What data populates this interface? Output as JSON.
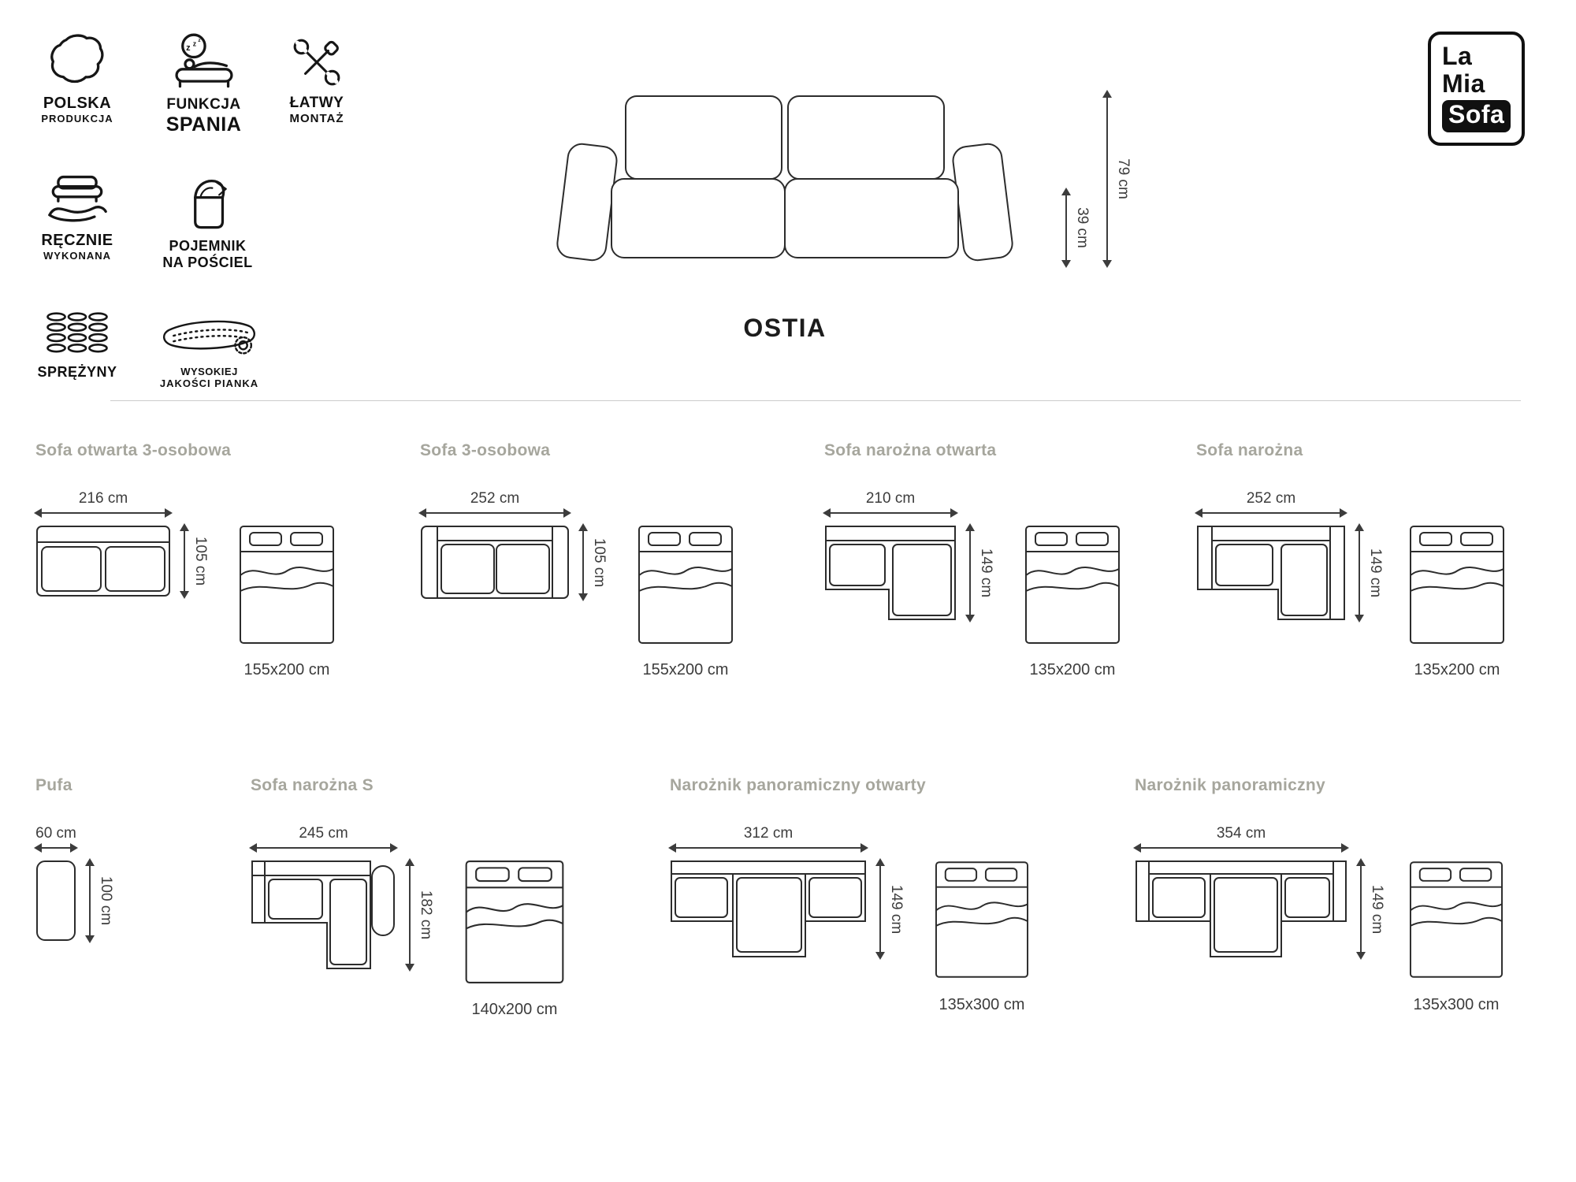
{
  "logo": {
    "line1": "La",
    "line2": "Mia",
    "line3": "Sofa"
  },
  "hero": {
    "name": "OSTIA",
    "total_height": "79 cm",
    "seat_height": "39 cm"
  },
  "features": [
    {
      "icon": "poland-map-icon",
      "label1": "POLSKA",
      "label2": "PRODUKCJA"
    },
    {
      "icon": "sleep-function-icon",
      "label1": "FUNKCJA",
      "label2": "SPANIA"
    },
    {
      "icon": "easy-assembly-tools-icon",
      "label1": "ŁATWY",
      "label2": "MONTAŻ"
    },
    {
      "icon": "handmade-icon",
      "label1": "RĘCZNIE",
      "label2": "WYKONANA"
    },
    {
      "icon": "bedding-storage-icon",
      "label1": "POJEMNIK",
      "label2": "NA POŚCIEL"
    },
    {
      "icon": "springs-icon",
      "label1": "SPRĘŻYNY",
      "label2": ""
    },
    {
      "icon": "quality-foam-icon",
      "label1": "WYSOKIEJ",
      "label2": "JAKOŚCI PIANKA"
    }
  ],
  "variants": [
    {
      "title": "Sofa otwarta 3-osobowa",
      "width": "216 cm",
      "depth": "105 cm",
      "bed": "155x200 cm"
    },
    {
      "title": "Sofa 3-osobowa",
      "width": "252 cm",
      "depth": "105 cm",
      "bed": "155x200 cm"
    },
    {
      "title": "Sofa narożna otwarta",
      "width": "210 cm",
      "depth": "149 cm",
      "bed": "135x200 cm"
    },
    {
      "title": "Sofa narożna",
      "width": "252 cm",
      "depth": "149 cm",
      "bed": "135x200 cm"
    },
    {
      "title": "Pufa",
      "width": "60 cm",
      "depth": "100 cm"
    },
    {
      "title": "Sofa narożna S",
      "width": "245 cm",
      "depth": "182 cm",
      "bed": "140x200 cm"
    },
    {
      "title": "Narożnik panoramiczny otwarty",
      "width": "312 cm",
      "depth": "149 cm",
      "bed": "135x300 cm"
    },
    {
      "title": "Narożnik panoramiczny",
      "width": "354 cm",
      "depth": "149 cm",
      "bed": "135x300 cm"
    }
  ]
}
